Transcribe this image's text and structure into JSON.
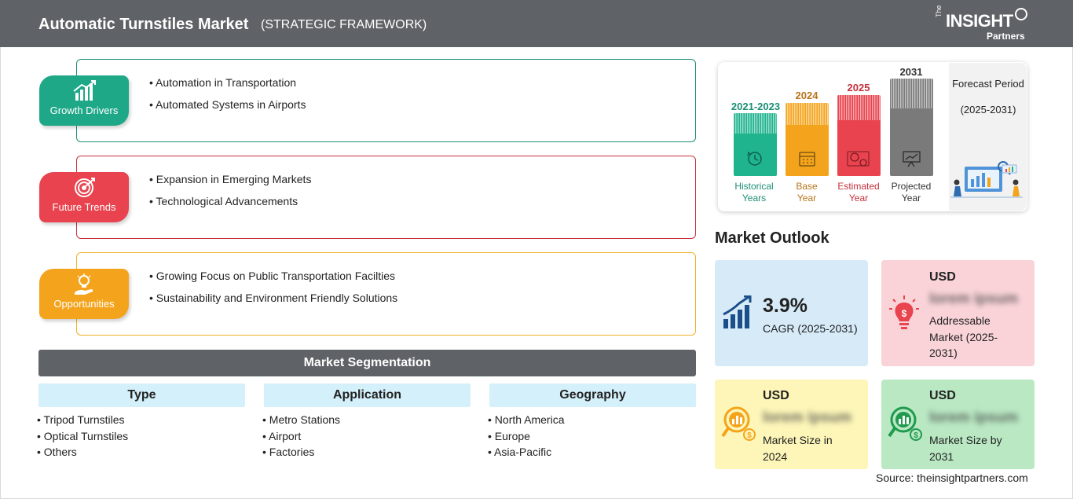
{
  "header": {
    "title": "Automatic Turnstiles Market",
    "subtitle": "(STRATEGIC FRAMEWORK)",
    "logo_the": "The",
    "logo_main": "INSIGHT",
    "logo_sub": "Partners"
  },
  "framework": [
    {
      "label": "Growth Drivers",
      "color": "#1fa888",
      "border": "#1a8f75",
      "icon": "bar-chart-growth-icon",
      "items": [
        "Automation in Transportation",
        "Automated Systems in Airports"
      ]
    },
    {
      "label": "Future Trends",
      "color": "#e8434e",
      "border": "#c6303c",
      "icon": "target-icon",
      "items": [
        "Expansion in Emerging Markets",
        "Technological Advancements"
      ]
    },
    {
      "label": "Opportunities",
      "color": "#f4a41c",
      "border": "#f0b12a",
      "icon": "lightbulb-hand-icon",
      "items": [
        "Growing Focus on Public Transportation Facilties",
        "Sustainability and Environment Friendly Solutions"
      ]
    }
  ],
  "segmentation": {
    "title": "Market Segmentation",
    "columns": [
      {
        "heading": "Type",
        "items": [
          "Tripod Turnstiles",
          "Optical Turnstiles",
          "Others"
        ]
      },
      {
        "heading": "Application",
        "items": [
          "Metro Stations",
          "Airport",
          "Factories"
        ]
      },
      {
        "heading": "Geography",
        "items": [
          "North America",
          "Europe",
          "Asia-Pacific"
        ]
      }
    ]
  },
  "timeline": {
    "bars": [
      {
        "year": "2021-2023",
        "label_line1": "Historical",
        "label_line2": "Years",
        "color": "#1fb38e",
        "text_color": "#1a8f75",
        "icon": "history-icon"
      },
      {
        "year": "2024",
        "label_line1": "Base",
        "label_line2": "Year",
        "color": "#f4a41c",
        "text_color": "#b8741a",
        "icon": "calendar-icon"
      },
      {
        "year": "2025",
        "label_line1": "Estimated",
        "label_line2": "Year",
        "color": "#e8434e",
        "text_color": "#c6303c",
        "icon": "gears-icon"
      },
      {
        "year": "2031",
        "label_line1": "Projected",
        "label_line2": "Year",
        "color": "#7a7a7a",
        "text_color": "#333333",
        "icon": "presentation-icon"
      }
    ],
    "forecast_title": "Forecast Period",
    "forecast_range": "(2025-2031)"
  },
  "outlook": {
    "title": "Market Outlook",
    "cagr_value": "3.9%",
    "cagr_label": "CAGR (2025-2031)",
    "addressable_currency": "USD",
    "addressable_value": "lorem ipsum",
    "addressable_label": "Addressable Market (2025-2031)",
    "size2024_currency": "USD",
    "size2024_value": "lorem ipsum",
    "size2024_label": "Market Size in 2024",
    "size2031_currency": "USD",
    "size2031_value": "lorem ipsum",
    "size2031_label": "Market Size by 2031"
  },
  "source": "Source: theinsightpartners.com"
}
